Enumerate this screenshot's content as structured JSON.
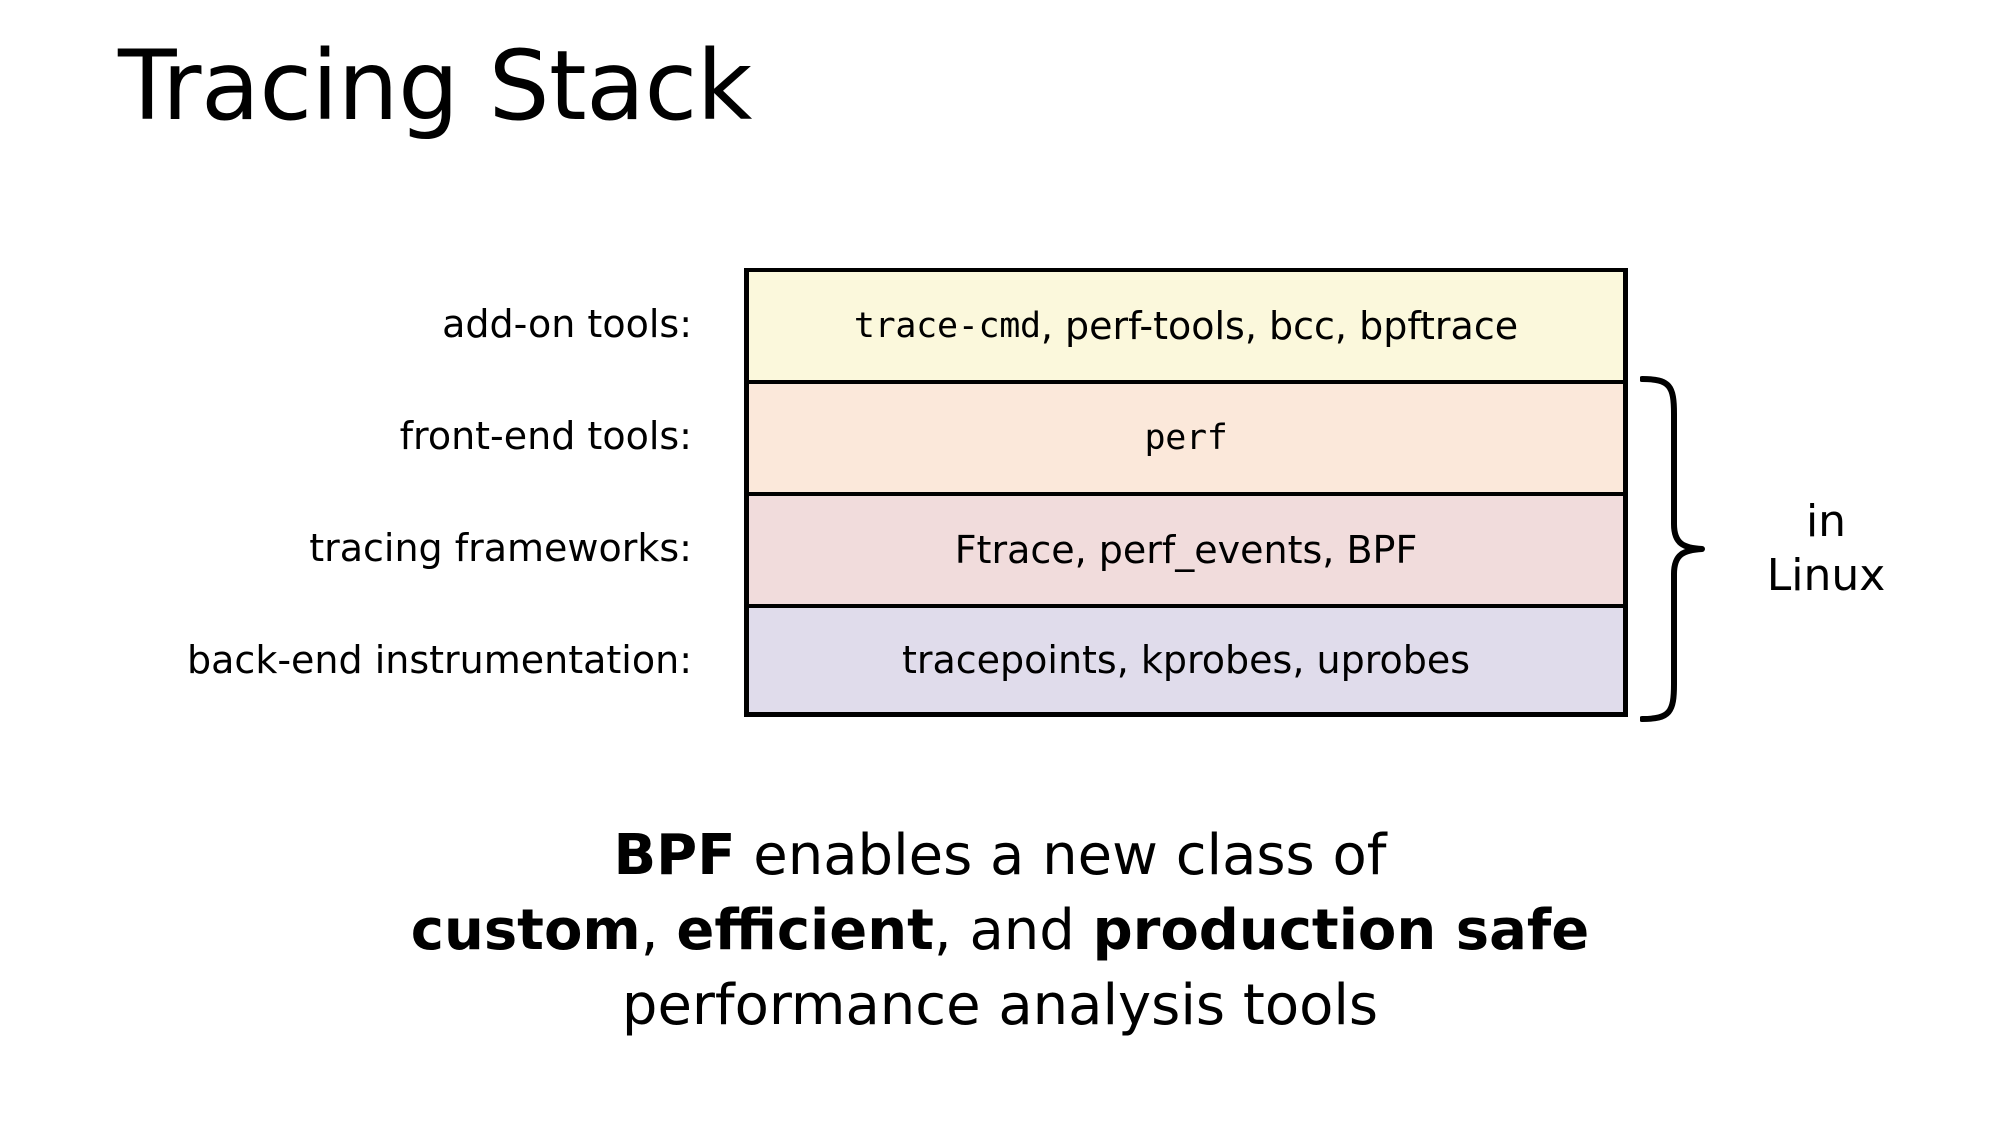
{
  "slide": {
    "title": "Tracing Stack"
  },
  "diagram": {
    "rows": [
      {
        "label": "add-on tools:",
        "content_mono": "trace-cmd",
        "content_rest": ", perf-tools, bcc, bpftrace",
        "color": "#FBF8DC"
      },
      {
        "label": "front-end tools:",
        "content_mono": "perf",
        "content_rest": "",
        "color": "#FBE8DA"
      },
      {
        "label": "tracing frameworks:",
        "content_mono": "",
        "content_rest": "Ftrace, perf_events, BPF",
        "color": "#F1DCDC"
      },
      {
        "label": "back-end instrumentation:",
        "content_mono": "",
        "content_rest": "tracepoints, kprobes, uprobes",
        "color": "#E0DCEB"
      }
    ],
    "brace_label_line1": "in",
    "brace_label_line2": "Linux"
  },
  "caption": {
    "line1_bold": "BPF",
    "line1_rest": " enables a new class of",
    "line2_bold1": "custom",
    "line2_sep1": ", ",
    "line2_bold2": "efficient",
    "line2_sep2": ", and ",
    "line2_bold3": "production safe",
    "line3": "performance analysis tools"
  },
  "colors": {
    "background": "#FFFFFF",
    "text": "#000000",
    "border": "#000000"
  }
}
